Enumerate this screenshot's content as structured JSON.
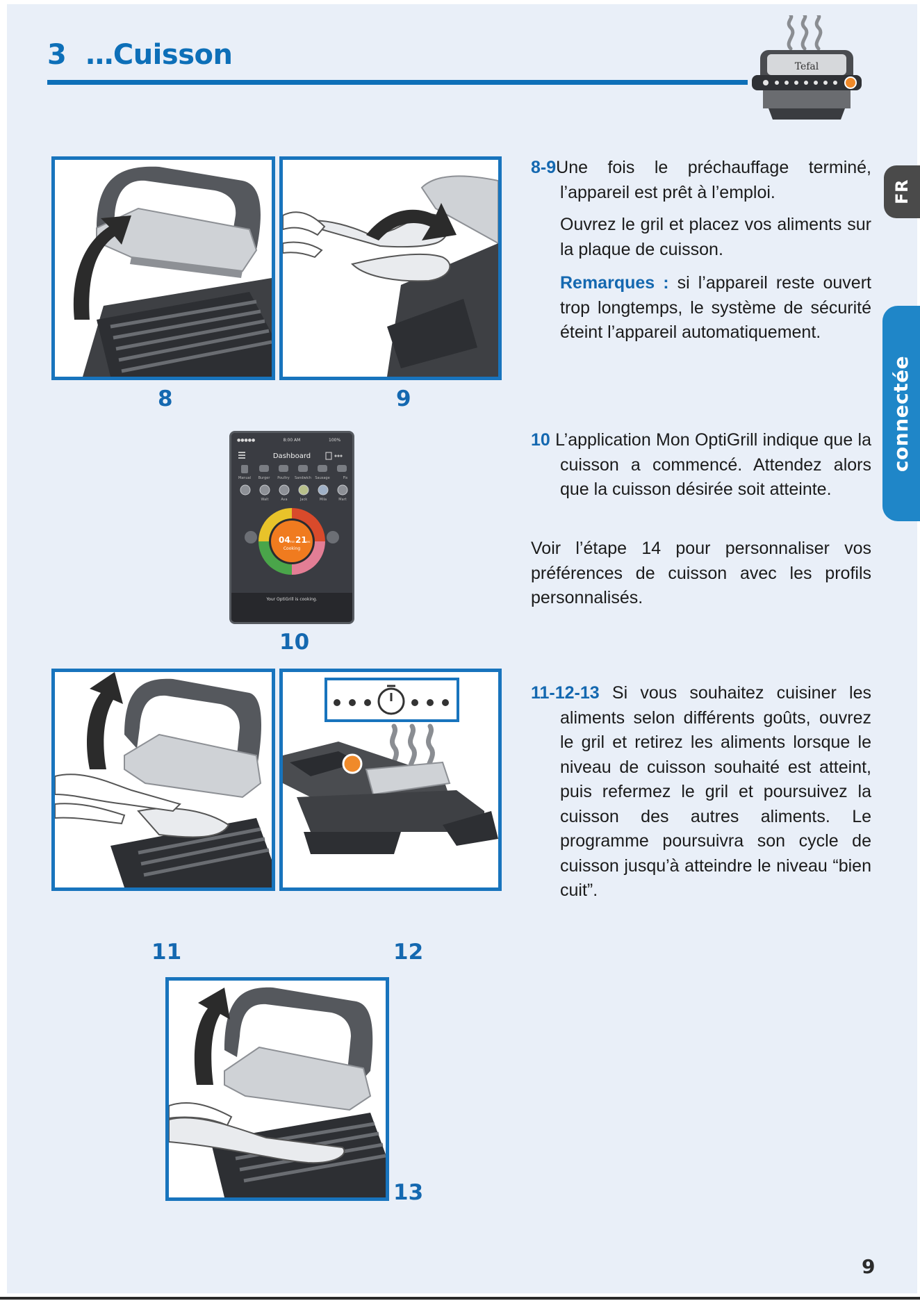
{
  "header": {
    "section_number": "3",
    "title": "…Cuisson",
    "grill_brand": "Tefal"
  },
  "side_tabs": {
    "language": "FR",
    "section": "connectée"
  },
  "figures": {
    "f8": "8",
    "f9": "9",
    "f10": "10",
    "f11": "11",
    "f12": "12",
    "f13": "13"
  },
  "phone": {
    "carrier": "●●●●● ",
    "time": "8:00 AM",
    "battery": "100%",
    "title": "Dashboard",
    "categories": [
      "Manual",
      "Burger",
      "Poultry",
      "Sandwich",
      "Sausage",
      "Fis"
    ],
    "profiles": [
      "Walt",
      "Ava",
      "Jack",
      "Mila",
      "Mart"
    ],
    "timer_min": "04",
    "timer_min_unit": "min",
    "timer_sec": "21",
    "timer_sec_unit": "sec",
    "timer_status": "Cooking",
    "status_text": "Your OptiGrill is cooking."
  },
  "text": {
    "p1_lead": "8-9",
    "p1_text": "Une fois le préchauffage terminé, l’appareil est prêt à l’emploi.",
    "p2_text": "Ouvrez le gril et placez vos aliments sur la plaque de cuisson.",
    "p3_label": "Remarques :",
    "p3_text": " si l’appareil reste ouvert trop longtemps, le système de sécurité éteint l’appareil automatiquement.",
    "p4_lead": "10",
    "p4_text": " L’application Mon OptiGrill indique que la cuisson a commencé. Attendez alors que la cuisson désirée soit atteinte.",
    "p5_text": "Voir l’étape 14 pour personnaliser vos préférences de cuisson avec les profils personnalisés.",
    "p6_lead": "11-12-13",
    "p6_text": " Si vous souhaitez cuisiner les aliments selon différents goûts, ouvrez le gril et retirez les aliments lorsque le niveau de cuisson souhaité est atteint, puis refermez le gril et poursuivez la cuisson des autres aliments. Le programme poursuivra son cycle de cuisson jusqu’à atteindre le niveau “bien cuit”."
  },
  "page_number": "9",
  "colors": {
    "accent": "#1468b0",
    "frame": "#1874bd",
    "tab": "#1f86c8",
    "background": "#e9eff8"
  }
}
